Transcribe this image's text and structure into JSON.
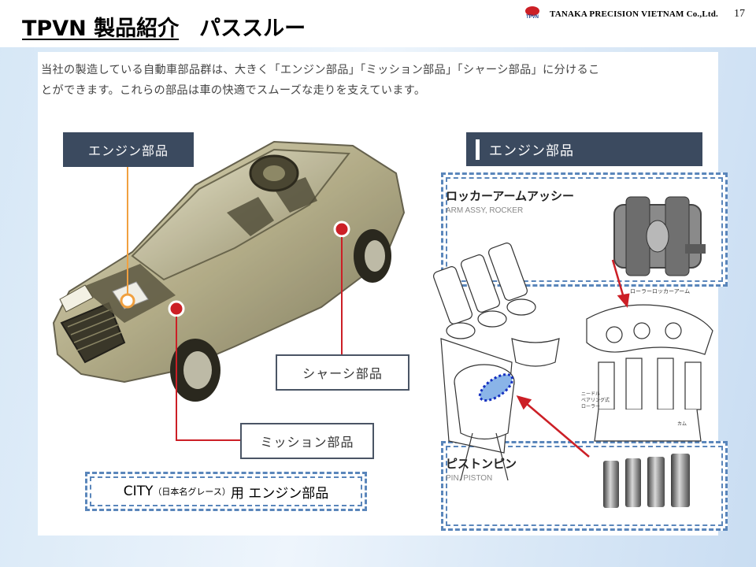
{
  "header": {
    "title_main": "TPVN  製品紹介",
    "title_sub": "パススルー",
    "company_name": "TANAKA PRECISION VIETNAM  Co.,Ltd.",
    "logo_text": "TPVN",
    "page_number": "17"
  },
  "intro": {
    "line1": "当社の製造している自動車部品群は、大きく「エンジン部品」「ミッション部品」「シャーシ部品」に分けるこ",
    "line2": "とができます。これらの部品は車の快適でスムーズな走りを支えています。"
  },
  "car_labels": {
    "engine": "エンジン部品",
    "chassis": "シャーシ部品",
    "mission": "ミッション部品"
  },
  "city_caption": {
    "prefix": "CITY",
    "paren": "（日本名グレース）",
    "suffix": "用  エンジン部品"
  },
  "engine_section": {
    "header": "エンジン部品",
    "rocker_title": "ロッカーアームアッシー",
    "rocker_sub": "ARM ASSY, ROCKER",
    "rocker_label": "ローラーロッカーアーム",
    "needle_label": "ニードル\nベアリング式\nローラー",
    "cam_label": "カム",
    "piston_title": "ピストンピン",
    "piston_sub": "PIN, PISTON"
  },
  "colors": {
    "accent_red": "#cc1f26",
    "label_dark": "#3b4a5f",
    "dash_blue": "#5a86bb",
    "leader_orange": "#f0a040"
  }
}
